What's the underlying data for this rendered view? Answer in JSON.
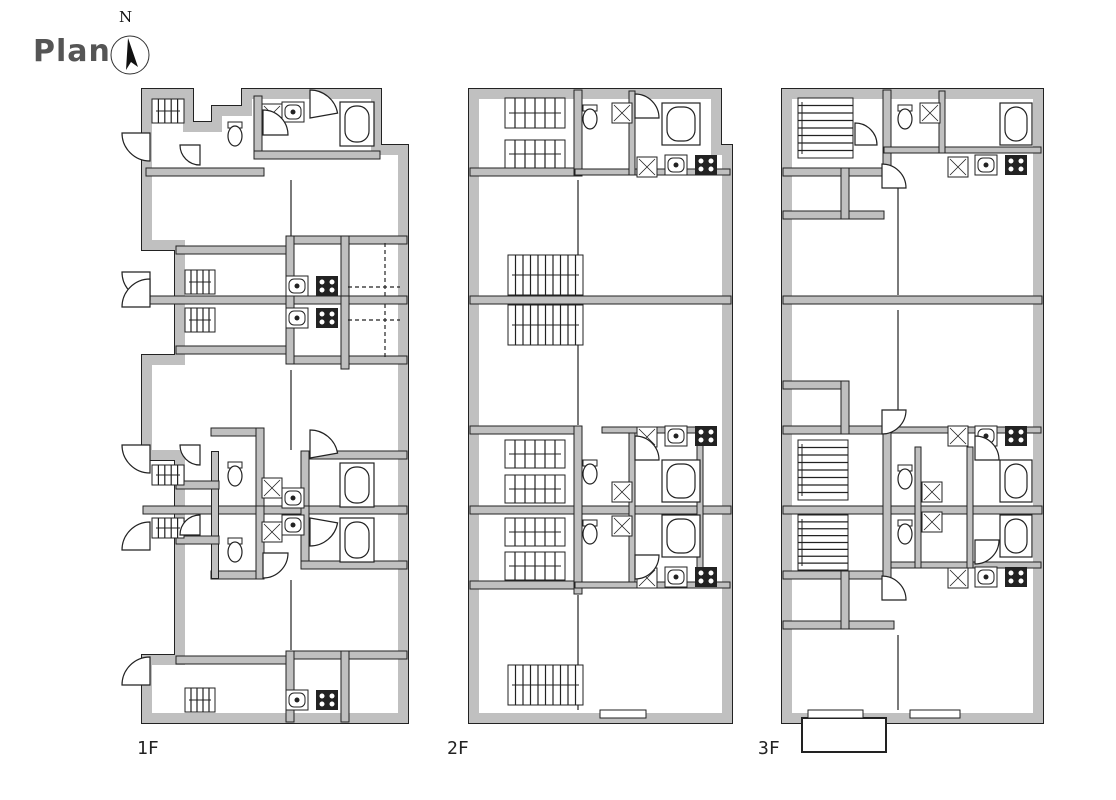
{
  "header": {
    "title": "Plan",
    "north_label": "N"
  },
  "floors": [
    {
      "label": "1F"
    },
    {
      "label": "2F"
    },
    {
      "label": "3F"
    }
  ],
  "colors": {
    "wall": "#c0c0c0",
    "line": "#222222",
    "title": "#555555"
  }
}
